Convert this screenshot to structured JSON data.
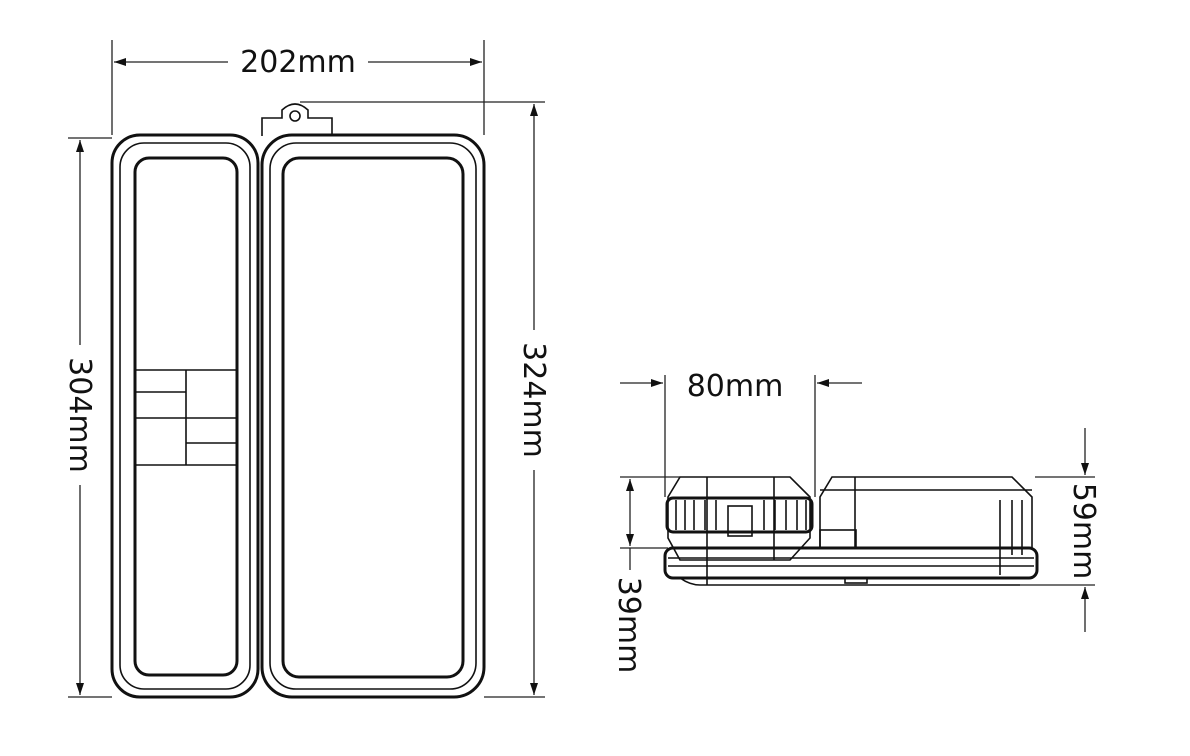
{
  "title": "Product dimension drawing",
  "dimensions": {
    "width": "202mm",
    "height_body": "304mm",
    "height_total": "324mm",
    "side_knob_width": "80mm",
    "side_total_thickness": "59mm",
    "side_body_thickness": "39mm"
  }
}
